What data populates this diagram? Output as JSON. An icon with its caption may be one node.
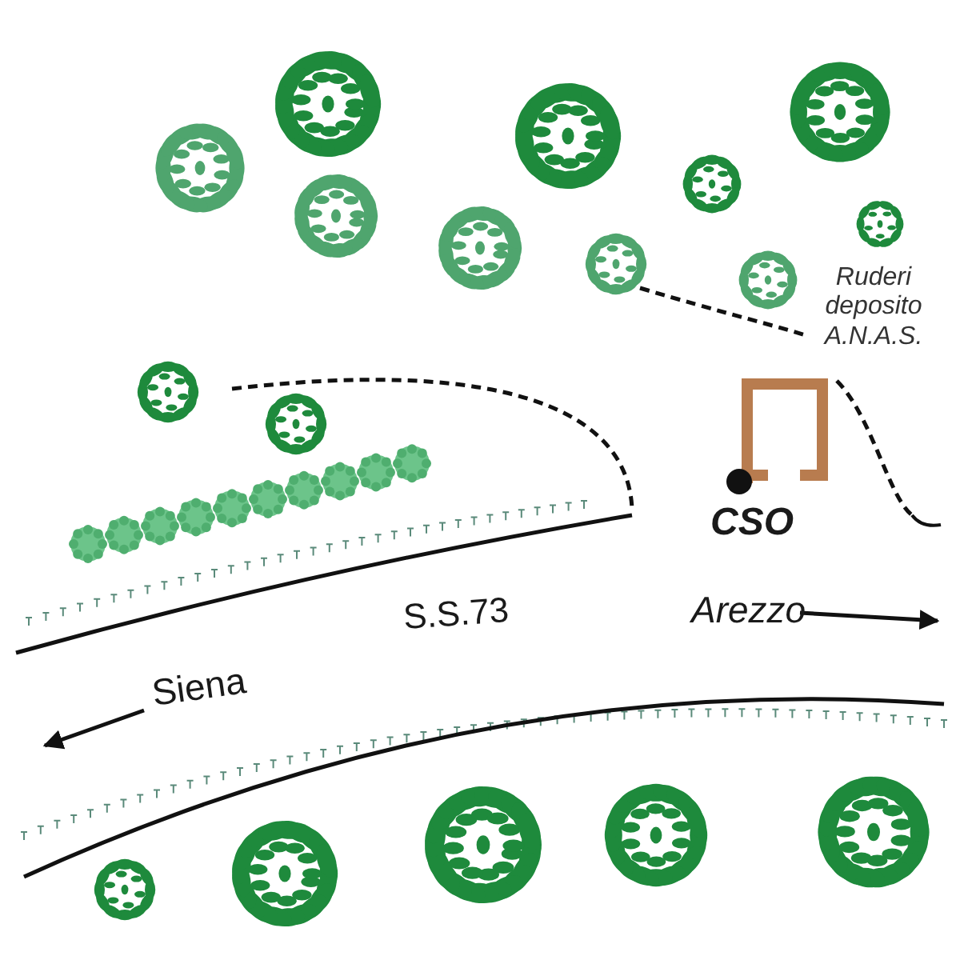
{
  "diagram": {
    "labels": [
      "Ruderi deposito A.N.A.S.",
      "CSO",
      "S.S.73",
      "Arezzo",
      "Siena"
    ]
  }
}
